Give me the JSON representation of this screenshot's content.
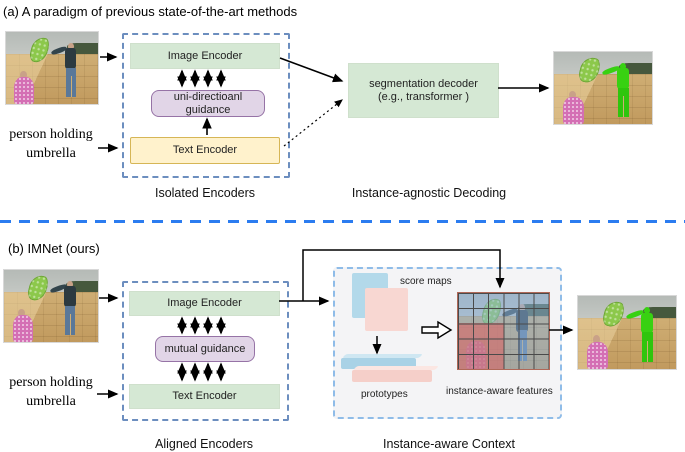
{
  "section_a": {
    "title": "(a) A paradigm of previous state-of-the-art methods",
    "query_line1": "person holding",
    "query_line2": "umbrella",
    "image_encoder": "Image Encoder",
    "guidance": "uni-directioanl guidance",
    "text_encoder": "Text Encoder",
    "encoders_caption": "Isolated Encoders",
    "decoder_line1": "segmentation decoder",
    "decoder_line2": "(e.g., transformer )",
    "decoding_caption": "Instance-agnostic Decoding"
  },
  "section_b": {
    "title": "(b) IMNet (ours)",
    "query_line1": "person holding",
    "query_line2": "umbrella",
    "image_encoder": "Image Encoder",
    "guidance": "mutual guidance",
    "text_encoder": "Text Encoder",
    "encoders_caption": "Aligned Encoders",
    "score_maps_label": "score maps",
    "prototypes_label": "prototypes",
    "features_label": "instance-aware features",
    "context_caption": "Instance-aware Context"
  },
  "colors": {
    "encoder_green": "#d5e8d4",
    "guidance_purple_fill": "#e1d5e7",
    "guidance_purple_border": "#9673a6",
    "text_encoder_yellow_fill": "#fff2cc",
    "text_encoder_yellow_border": "#d6b656",
    "dashed_box_blue": "#6c8ebf",
    "divider_blue": "#2b7cf0",
    "context_box_border": "#8fbce8",
    "score_map_blue": "#b3d9ea",
    "score_map_pink": "#f8d7d2",
    "segmentation_green": "#38d112"
  }
}
